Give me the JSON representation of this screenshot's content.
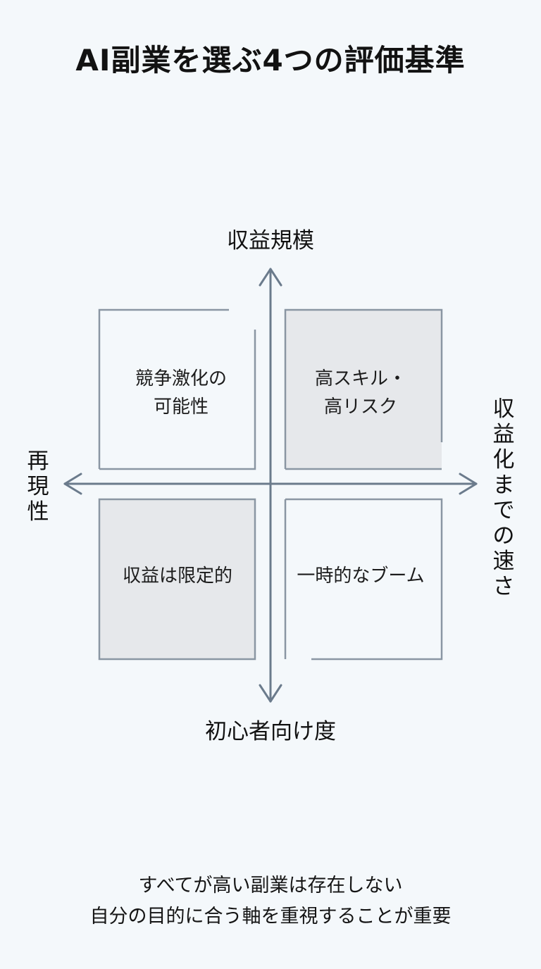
{
  "title": "AI副業を選ぶ4つの評価基準",
  "axes": {
    "top": "収益規模",
    "bottom": "初心者向け度",
    "left": [
      "再",
      "現",
      "性"
    ],
    "right": [
      "収",
      "益",
      "化",
      "ま",
      "で",
      "の",
      "速",
      "さ"
    ]
  },
  "quadrants": {
    "top_left": [
      "競争激化の",
      "可能性"
    ],
    "top_right": [
      "高スキル・",
      "高リスク"
    ],
    "bottom_left": [
      "収益は限定的"
    ],
    "bottom_right": [
      "一時的なブーム"
    ]
  },
  "colors": {
    "background": "#f4f8fb",
    "axis": "#6b7b8c",
    "frame": "#8a96a3",
    "shaded_fill": "#e6e8eb"
  },
  "footer": {
    "line1": "すべてが高い副業は存在しない",
    "line2": "自分の目的に合う軸を重視することが重要"
  }
}
